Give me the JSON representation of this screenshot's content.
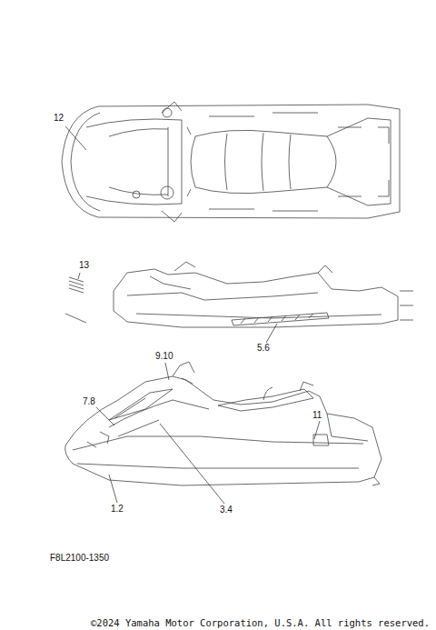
{
  "diagram": {
    "labels": [
      "12",
      "13",
      "5.6",
      "9.10",
      "7.8",
      "11",
      "1.2",
      "3.4",
      "F8L2100-1350",
      "©2024 Yamaha Motor Corporation, U.S.A. All rights reserved."
    ]
  }
}
